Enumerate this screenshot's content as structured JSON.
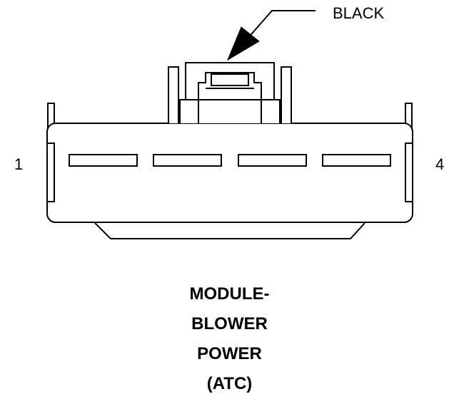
{
  "callout": {
    "label": "BLACK"
  },
  "pins": {
    "left": "1",
    "right": "4"
  },
  "title": {
    "lines": [
      "MODULE-",
      "BLOWER",
      "POWER",
      "(ATC)"
    ]
  },
  "colors": {
    "line": "#000000",
    "background": "#ffffff"
  }
}
